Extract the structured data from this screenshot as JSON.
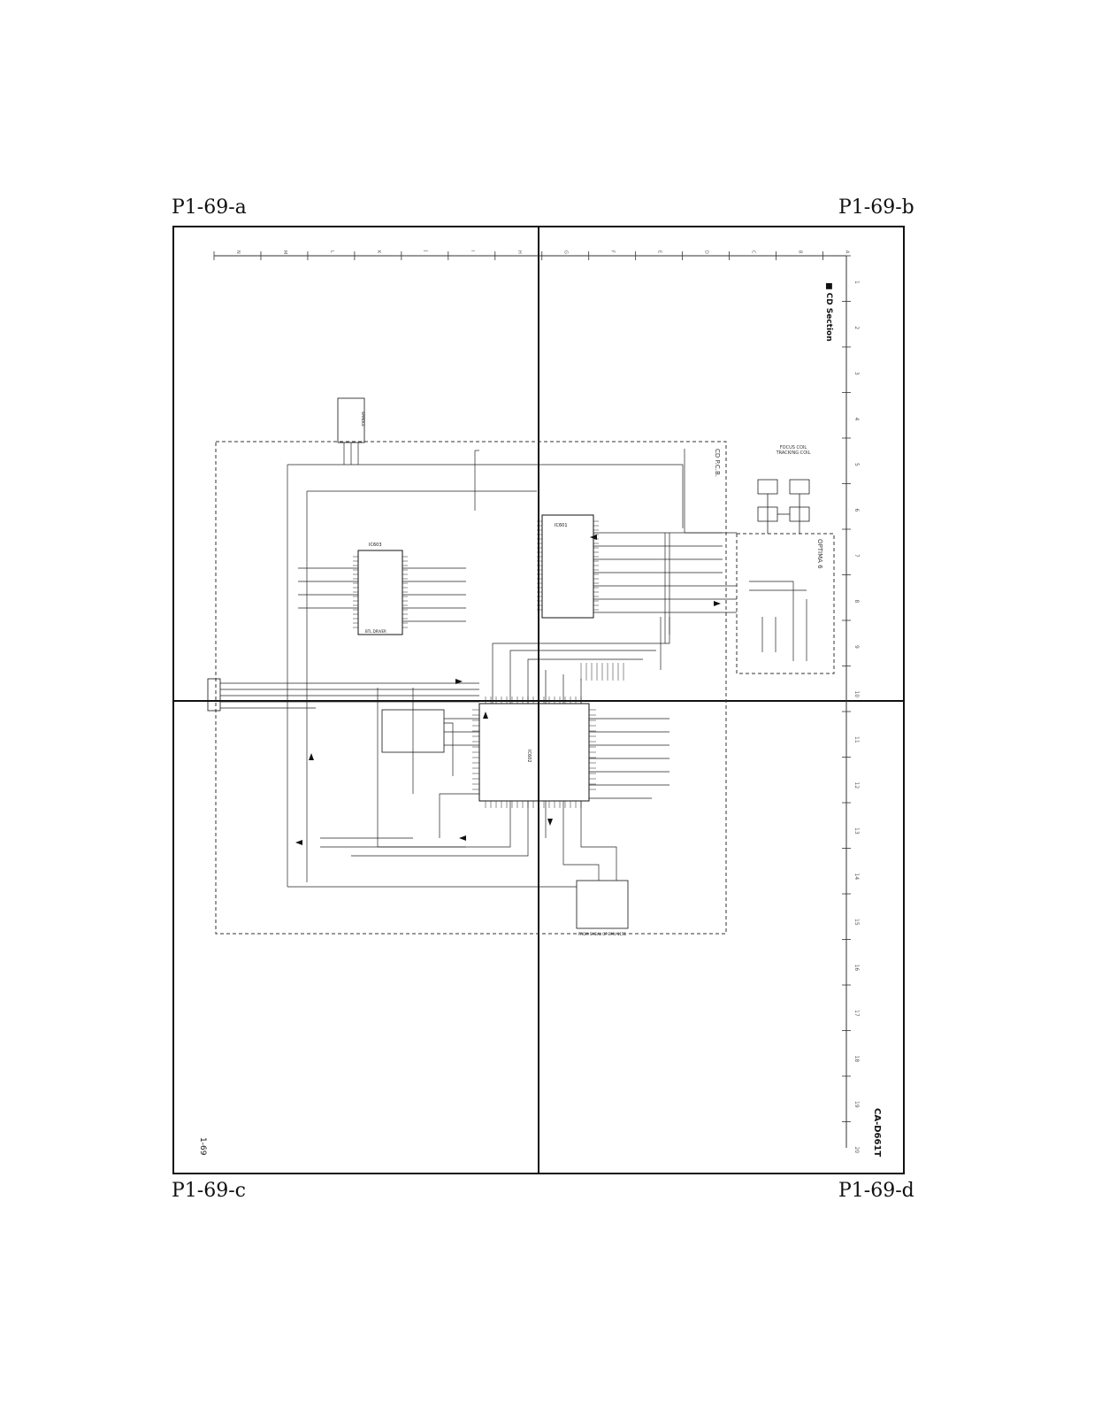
{
  "page_labels": {
    "top_left": "P1-69-a",
    "top_right": "P1-69-b",
    "bottom_left": "P1-69-c",
    "bottom_right": "P1-69-d"
  },
  "schematic": {
    "section_title": "■ CD Section",
    "model": "CA-D661T",
    "page_number": "1-69",
    "column_letters": [
      "N",
      "M",
      "L",
      "K",
      "J",
      "I",
      "H",
      "G",
      "F",
      "E",
      "D",
      "C",
      "B",
      "A"
    ],
    "row_numbers": [
      "1",
      "2",
      "3",
      "4",
      "5",
      "6",
      "7",
      "8",
      "9",
      "10",
      "11",
      "12",
      "13",
      "14",
      "15",
      "16",
      "17",
      "18",
      "19",
      "20"
    ],
    "pcb_label": "CD P.C.B.",
    "pickup_label": "OPTIMA 6",
    "focus_coil_label": "FOCUS COIL",
    "tracking_coil_label": "TRACKING COIL",
    "bottom_connector_label": "FROM SHEAL OF EMV-1151",
    "ic_labels": [
      "IC601",
      "IC602",
      "IC603"
    ],
    "driver_label": "BTL DRIVER",
    "sled_label": "SPINDLE"
  },
  "colors": {
    "ink": "#111111",
    "paper": "#ffffff",
    "faint_ink": "#555555"
  }
}
